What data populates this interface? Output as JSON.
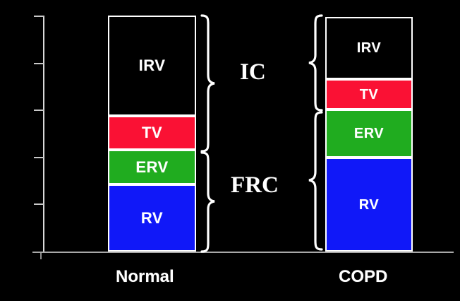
{
  "chart_data": {
    "type": "bar",
    "title": "",
    "subtitle": "",
    "xlabel": "",
    "ylabel": "",
    "grid": false,
    "legend_position": "none",
    "stacked": true,
    "axis": {
      "y_tick_labels": [],
      "y_tick_count": 5,
      "x_tick_labels": [
        "Normal",
        "COPD"
      ]
    },
    "categories": [
      "Normal",
      "COPD"
    ],
    "segment_order_bottom_to_top": [
      "RV",
      "ERV",
      "TV",
      "IRV"
    ],
    "series": [
      {
        "name": "RV",
        "values": [
          28,
          40
        ],
        "color": "#1018f8"
      },
      {
        "name": "ERV",
        "values": [
          15,
          20
        ],
        "color": "#20ac1f"
      },
      {
        "name": "TV",
        "values": [
          14,
          13
        ],
        "color": "#fa1134"
      },
      {
        "name": "IRV",
        "values": [
          43,
          27
        ],
        "color": "#000000"
      }
    ],
    "capacities": [
      {
        "name": "IC",
        "label": "IC",
        "spans": [
          "TV",
          "IRV"
        ]
      },
      {
        "name": "FRC",
        "label": "FRC",
        "spans": [
          "RV",
          "ERV"
        ]
      }
    ],
    "annotations": [
      "IC",
      "FRC"
    ]
  },
  "bars": {
    "normal": {
      "category_label": "Normal",
      "segments": [
        {
          "key": "irv",
          "label": "IRV",
          "color": "#000000",
          "border": "#ffffff"
        },
        {
          "key": "tv",
          "label": "TV",
          "color": "#fa1134",
          "border": "#ffffff"
        },
        {
          "key": "erv",
          "label": "ERV",
          "color": "#20ac1f",
          "border": "#ffffff"
        },
        {
          "key": "rv",
          "label": "RV",
          "color": "#1018f8",
          "border": "#ffffff"
        }
      ]
    },
    "copd": {
      "category_label": "COPD",
      "segments": [
        {
          "key": "irv",
          "label": "IRV",
          "color": "#000000",
          "border": "#ffffff"
        },
        {
          "key": "tv",
          "label": "TV",
          "color": "#fa1134",
          "border": "#ffffff"
        },
        {
          "key": "erv",
          "label": "ERV",
          "color": "#20ac1f",
          "border": "#ffffff"
        },
        {
          "key": "rv",
          "label": "RV",
          "color": "#1018f8",
          "border": "#ffffff"
        }
      ]
    }
  },
  "capacity_labels": {
    "ic": "IC",
    "frc": "FRC"
  },
  "colors": {
    "background": "#000000",
    "outline": "#ffffff",
    "axis": "#c9c9c9",
    "text": "#ffffff",
    "tidal_volume": "#fa1134",
    "expiratory_reserve": "#20ac1f",
    "residual_volume": "#1018f8",
    "inspiratory_reserve": "#000000"
  }
}
